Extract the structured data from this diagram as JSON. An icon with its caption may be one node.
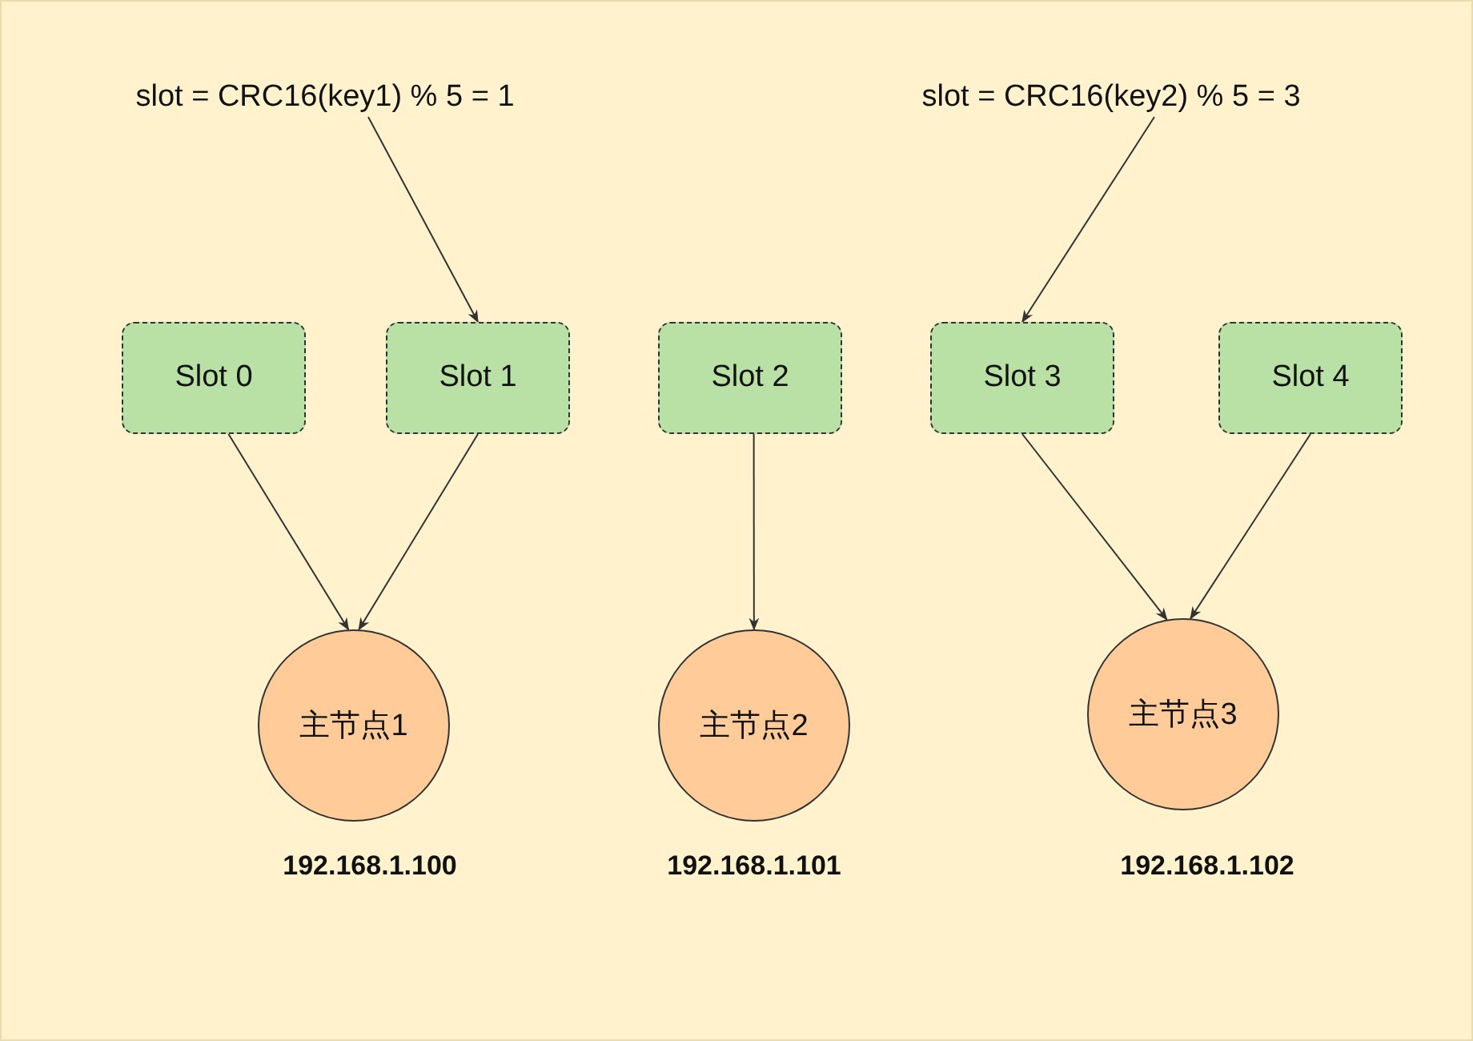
{
  "diagram": {
    "nodes": [
      {
        "text": [
          "slot = CRC16(key1) % 5 = 1"
        ]
      },
      {
        "text": [
          "slot = CRC16(key2) % 5 = 3"
        ]
      },
      {
        "text": [
          "Slot 0"
        ]
      },
      {
        "text": [
          "Slot 1"
        ]
      },
      {
        "text": [
          "Slot 2"
        ]
      },
      {
        "text": [
          "Slot 3"
        ]
      },
      {
        "text": [
          "Slot 4"
        ]
      },
      {
        "text": [
          "主节点1"
        ],
        "beside": [
          "192.168.1.100"
        ]
      },
      {
        "text": [
          "主节点2"
        ],
        "beside": [
          "192.168.1.101"
        ]
      },
      {
        "text": [
          "主节点3"
        ],
        "beside": [
          "192.168.1.102"
        ]
      }
    ],
    "edges": [
      {
        "from": 0,
        "to": 3,
        "arrow": "to"
      },
      {
        "from": 1,
        "to": 5,
        "arrow": "to"
      },
      {
        "from": 2,
        "to": 7,
        "arrow": "to"
      },
      {
        "from": 3,
        "to": 7,
        "arrow": "to"
      },
      {
        "from": 4,
        "to": 8,
        "arrow": "to"
      },
      {
        "from": 5,
        "to": 9,
        "arrow": "to"
      },
      {
        "from": 6,
        "to": 9,
        "arrow": "to"
      }
    ]
  }
}
